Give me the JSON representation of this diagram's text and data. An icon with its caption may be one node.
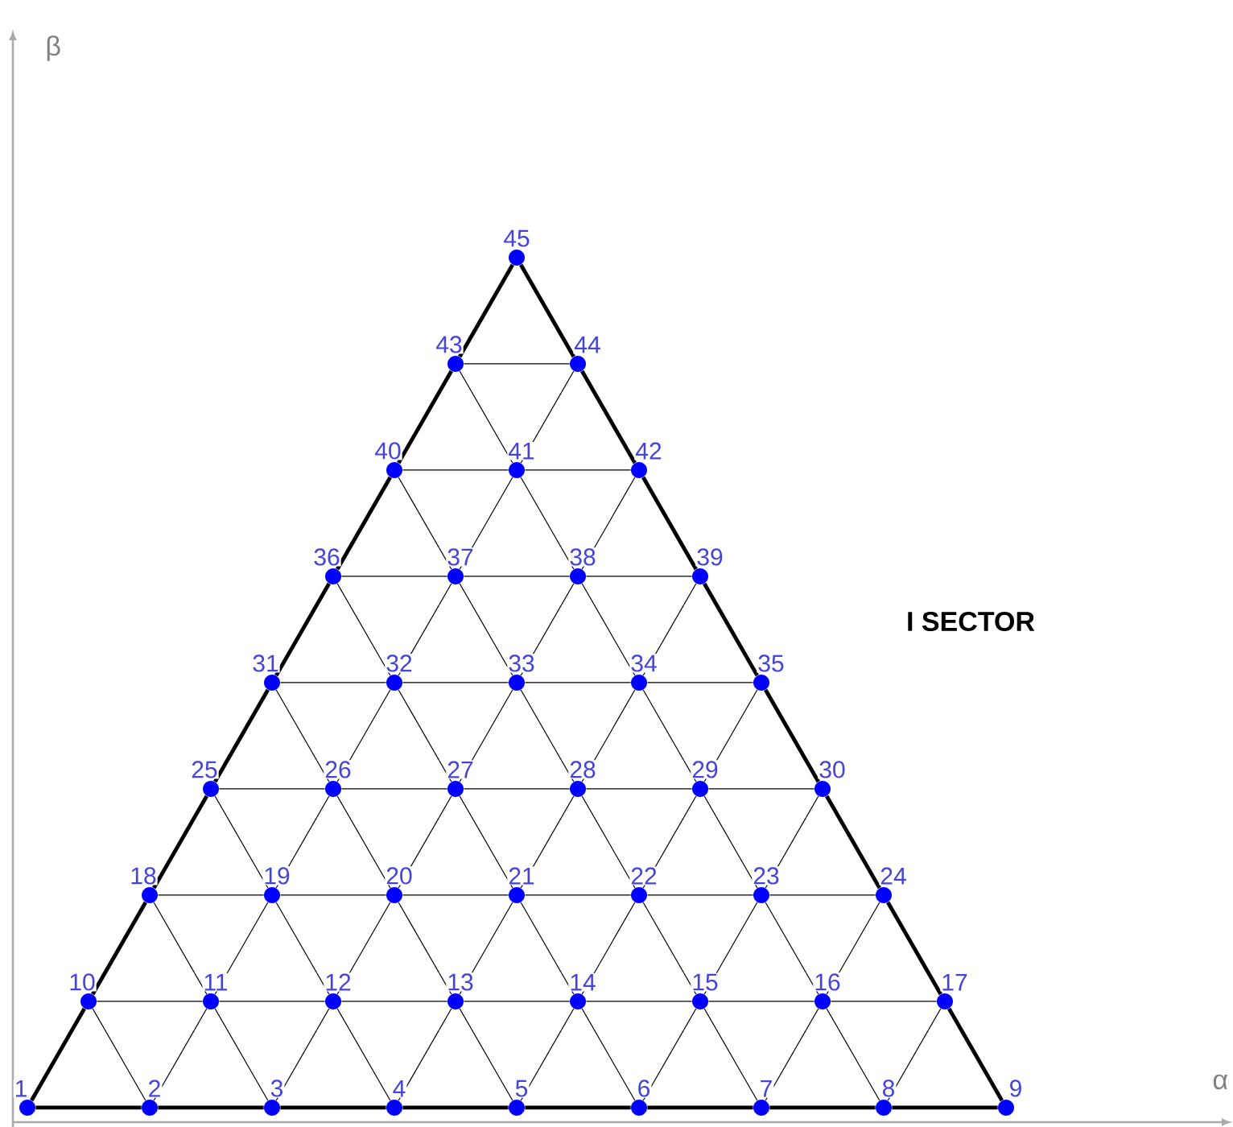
{
  "diagram": {
    "nodes": [
      {
        "text": [],
        "shape": "circle",
        "beside": [
          "1"
        ]
      },
      {
        "text": [],
        "shape": "circle",
        "beside": [
          "2"
        ]
      },
      {
        "text": [],
        "shape": "circle",
        "beside": [
          "3"
        ]
      },
      {
        "text": [],
        "shape": "circle",
        "beside": [
          "4"
        ]
      },
      {
        "text": [],
        "shape": "circle",
        "beside": [
          "5"
        ]
      },
      {
        "text": [],
        "shape": "circle",
        "beside": [
          "6"
        ]
      },
      {
        "text": [],
        "shape": "circle",
        "beside": [
          "7"
        ]
      },
      {
        "text": [],
        "shape": "circle",
        "beside": [
          "8"
        ]
      },
      {
        "text": [],
        "shape": "circle",
        "beside": [
          "9"
        ]
      },
      {
        "text": [],
        "shape": "circle",
        "beside": [
          "10"
        ]
      },
      {
        "text": [],
        "shape": "circle",
        "beside": [
          "11"
        ]
      },
      {
        "text": [],
        "shape": "circle",
        "beside": [
          "12"
        ]
      },
      {
        "text": [],
        "shape": "circle",
        "beside": [
          "13"
        ]
      },
      {
        "text": [],
        "shape": "circle",
        "beside": [
          "14"
        ]
      },
      {
        "text": [],
        "shape": "circle",
        "beside": [
          "15"
        ]
      },
      {
        "text": [],
        "shape": "circle",
        "beside": [
          "16"
        ]
      },
      {
        "text": [],
        "shape": "circle",
        "beside": [
          "17"
        ]
      },
      {
        "text": [],
        "shape": "circle",
        "beside": [
          "18"
        ]
      },
      {
        "text": [],
        "shape": "circle",
        "beside": [
          "19"
        ]
      },
      {
        "text": [],
        "shape": "circle",
        "beside": [
          "20"
        ]
      },
      {
        "text": [],
        "shape": "circle",
        "beside": [
          "21"
        ]
      },
      {
        "text": [],
        "shape": "circle",
        "beside": [
          "22"
        ]
      },
      {
        "text": [],
        "shape": "circle",
        "beside": [
          "23"
        ]
      },
      {
        "text": [],
        "shape": "circle",
        "beside": [
          "24"
        ]
      },
      {
        "text": [],
        "shape": "circle",
        "beside": [
          "25"
        ]
      },
      {
        "text": [],
        "shape": "circle",
        "beside": [
          "26"
        ]
      },
      {
        "text": [],
        "shape": "circle",
        "beside": [
          "27"
        ]
      },
      {
        "text": [],
        "shape": "circle",
        "beside": [
          "28"
        ]
      },
      {
        "text": [],
        "shape": "circle",
        "beside": [
          "29"
        ]
      },
      {
        "text": [],
        "shape": "circle",
        "beside": [
          "30"
        ]
      },
      {
        "text": [],
        "shape": "circle",
        "beside": [
          "31"
        ]
      },
      {
        "text": [],
        "shape": "circle",
        "beside": [
          "32"
        ]
      },
      {
        "text": [],
        "shape": "circle",
        "beside": [
          "33"
        ]
      },
      {
        "text": [],
        "shape": "circle",
        "beside": [
          "34"
        ]
      },
      {
        "text": [],
        "shape": "circle",
        "beside": [
          "35"
        ]
      },
      {
        "text": [],
        "shape": "circle",
        "beside": [
          "36"
        ]
      },
      {
        "text": [],
        "shape": "circle",
        "beside": [
          "37"
        ]
      },
      {
        "text": [],
        "shape": "circle",
        "beside": [
          "38"
        ]
      },
      {
        "text": [],
        "shape": "circle",
        "beside": [
          "39"
        ]
      },
      {
        "text": [],
        "shape": "circle",
        "beside": [
          "40"
        ]
      },
      {
        "text": [],
        "shape": "circle",
        "beside": [
          "41"
        ]
      },
      {
        "text": [],
        "shape": "circle",
        "beside": [
          "42"
        ]
      },
      {
        "text": [],
        "shape": "circle",
        "beside": [
          "43"
        ]
      },
      {
        "text": [],
        "shape": "circle",
        "beside": [
          "44"
        ]
      },
      {
        "text": [],
        "shape": "circle",
        "beside": [
          "45"
        ]
      }
    ],
    "edges": [
      {
        "from": 0,
        "to": 1,
        "arrow": "none",
        "style": "thick"
      },
      {
        "from": 1,
        "to": 2,
        "arrow": "none",
        "style": "thick"
      },
      {
        "from": 2,
        "to": 3,
        "arrow": "none",
        "style": "thick"
      },
      {
        "from": 3,
        "to": 4,
        "arrow": "none",
        "style": "thick"
      },
      {
        "from": 4,
        "to": 5,
        "arrow": "none",
        "style": "thick"
      },
      {
        "from": 5,
        "to": 6,
        "arrow": "none",
        "style": "thick"
      },
      {
        "from": 6,
        "to": 7,
        "arrow": "none",
        "style": "thick"
      },
      {
        "from": 7,
        "to": 8,
        "arrow": "none",
        "style": "thick"
      },
      {
        "from": 9,
        "to": 10,
        "arrow": "none"
      },
      {
        "from": 10,
        "to": 11,
        "arrow": "none"
      },
      {
        "from": 11,
        "to": 12,
        "arrow": "none"
      },
      {
        "from": 12,
        "to": 13,
        "arrow": "none"
      },
      {
        "from": 13,
        "to": 14,
        "arrow": "none"
      },
      {
        "from": 14,
        "to": 15,
        "arrow": "none"
      },
      {
        "from": 15,
        "to": 16,
        "arrow": "none"
      },
      {
        "from": 17,
        "to": 18,
        "arrow": "none"
      },
      {
        "from": 18,
        "to": 19,
        "arrow": "none"
      },
      {
        "from": 19,
        "to": 20,
        "arrow": "none"
      },
      {
        "from": 20,
        "to": 21,
        "arrow": "none"
      },
      {
        "from": 21,
        "to": 22,
        "arrow": "none"
      },
      {
        "from": 22,
        "to": 23,
        "arrow": "none"
      },
      {
        "from": 24,
        "to": 25,
        "arrow": "none"
      },
      {
        "from": 25,
        "to": 26,
        "arrow": "none"
      },
      {
        "from": 26,
        "to": 27,
        "arrow": "none"
      },
      {
        "from": 27,
        "to": 28,
        "arrow": "none"
      },
      {
        "from": 28,
        "to": 29,
        "arrow": "none"
      },
      {
        "from": 30,
        "to": 31,
        "arrow": "none"
      },
      {
        "from": 31,
        "to": 32,
        "arrow": "none"
      },
      {
        "from": 32,
        "to": 33,
        "arrow": "none"
      },
      {
        "from": 33,
        "to": 34,
        "arrow": "none"
      },
      {
        "from": 35,
        "to": 36,
        "arrow": "none"
      },
      {
        "from": 36,
        "to": 37,
        "arrow": "none"
      },
      {
        "from": 37,
        "to": 38,
        "arrow": "none"
      },
      {
        "from": 39,
        "to": 40,
        "arrow": "none"
      },
      {
        "from": 40,
        "to": 41,
        "arrow": "none"
      },
      {
        "from": 42,
        "to": 43,
        "arrow": "none"
      },
      {
        "from": 9,
        "to": 0,
        "arrow": "none",
        "style": "thick"
      },
      {
        "from": 9,
        "to": 1,
        "arrow": "none"
      },
      {
        "from": 10,
        "to": 1,
        "arrow": "none"
      },
      {
        "from": 10,
        "to": 2,
        "arrow": "none"
      },
      {
        "from": 11,
        "to": 2,
        "arrow": "none"
      },
      {
        "from": 11,
        "to": 3,
        "arrow": "none"
      },
      {
        "from": 12,
        "to": 3,
        "arrow": "none"
      },
      {
        "from": 12,
        "to": 4,
        "arrow": "none"
      },
      {
        "from": 13,
        "to": 4,
        "arrow": "none"
      },
      {
        "from": 13,
        "to": 5,
        "arrow": "none"
      },
      {
        "from": 14,
        "to": 5,
        "arrow": "none"
      },
      {
        "from": 14,
        "to": 6,
        "arrow": "none"
      },
      {
        "from": 15,
        "to": 6,
        "arrow": "none"
      },
      {
        "from": 15,
        "to": 7,
        "arrow": "none"
      },
      {
        "from": 16,
        "to": 7,
        "arrow": "none"
      },
      {
        "from": 16,
        "to": 8,
        "arrow": "none",
        "style": "thick"
      },
      {
        "from": 17,
        "to": 9,
        "arrow": "none",
        "style": "thick"
      },
      {
        "from": 17,
        "to": 10,
        "arrow": "none"
      },
      {
        "from": 18,
        "to": 10,
        "arrow": "none"
      },
      {
        "from": 18,
        "to": 11,
        "arrow": "none"
      },
      {
        "from": 19,
        "to": 11,
        "arrow": "none"
      },
      {
        "from": 19,
        "to": 12,
        "arrow": "none"
      },
      {
        "from": 20,
        "to": 12,
        "arrow": "none"
      },
      {
        "from": 20,
        "to": 13,
        "arrow": "none"
      },
      {
        "from": 21,
        "to": 13,
        "arrow": "none"
      },
      {
        "from": 21,
        "to": 14,
        "arrow": "none"
      },
      {
        "from": 22,
        "to": 14,
        "arrow": "none"
      },
      {
        "from": 22,
        "to": 15,
        "arrow": "none"
      },
      {
        "from": 23,
        "to": 15,
        "arrow": "none"
      },
      {
        "from": 23,
        "to": 16,
        "arrow": "none",
        "style": "thick"
      },
      {
        "from": 24,
        "to": 17,
        "arrow": "none",
        "style": "thick"
      },
      {
        "from": 24,
        "to": 18,
        "arrow": "none"
      },
      {
        "from": 25,
        "to": 18,
        "arrow": "none"
      },
      {
        "from": 25,
        "to": 19,
        "arrow": "none"
      },
      {
        "from": 26,
        "to": 19,
        "arrow": "none"
      },
      {
        "from": 26,
        "to": 20,
        "arrow": "none"
      },
      {
        "from": 27,
        "to": 20,
        "arrow": "none"
      },
      {
        "from": 27,
        "to": 21,
        "arrow": "none"
      },
      {
        "from": 28,
        "to": 21,
        "arrow": "none"
      },
      {
        "from": 28,
        "to": 22,
        "arrow": "none"
      },
      {
        "from": 29,
        "to": 22,
        "arrow": "none"
      },
      {
        "from": 29,
        "to": 23,
        "arrow": "none",
        "style": "thick"
      },
      {
        "from": 30,
        "to": 24,
        "arrow": "none",
        "style": "thick"
      },
      {
        "from": 30,
        "to": 25,
        "arrow": "none"
      },
      {
        "from": 31,
        "to": 25,
        "arrow": "none"
      },
      {
        "from": 31,
        "to": 26,
        "arrow": "none"
      },
      {
        "from": 32,
        "to": 26,
        "arrow": "none"
      },
      {
        "from": 32,
        "to": 27,
        "arrow": "none"
      },
      {
        "from": 33,
        "to": 27,
        "arrow": "none"
      },
      {
        "from": 33,
        "to": 28,
        "arrow": "none"
      },
      {
        "from": 34,
        "to": 28,
        "arrow": "none"
      },
      {
        "from": 34,
        "to": 29,
        "arrow": "none",
        "style": "thick"
      },
      {
        "from": 35,
        "to": 30,
        "arrow": "none",
        "style": "thick"
      },
      {
        "from": 35,
        "to": 31,
        "arrow": "none"
      },
      {
        "from": 36,
        "to": 31,
        "arrow": "none"
      },
      {
        "from": 36,
        "to": 32,
        "arrow": "none"
      },
      {
        "from": 37,
        "to": 32,
        "arrow": "none"
      },
      {
        "from": 37,
        "to": 33,
        "arrow": "none"
      },
      {
        "from": 38,
        "to": 33,
        "arrow": "none"
      },
      {
        "from": 38,
        "to": 34,
        "arrow": "none",
        "style": "thick"
      },
      {
        "from": 39,
        "to": 35,
        "arrow": "none",
        "style": "thick"
      },
      {
        "from": 39,
        "to": 36,
        "arrow": "none"
      },
      {
        "from": 40,
        "to": 36,
        "arrow": "none"
      },
      {
        "from": 40,
        "to": 37,
        "arrow": "none"
      },
      {
        "from": 41,
        "to": 37,
        "arrow": "none"
      },
      {
        "from": 41,
        "to": 38,
        "arrow": "none",
        "style": "thick"
      },
      {
        "from": 42,
        "to": 39,
        "arrow": "none",
        "style": "thick"
      },
      {
        "from": 42,
        "to": 40,
        "arrow": "none"
      },
      {
        "from": 43,
        "to": 40,
        "arrow": "none"
      },
      {
        "from": 43,
        "to": 41,
        "arrow": "none",
        "style": "thick"
      },
      {
        "from": 44,
        "to": 42,
        "arrow": "none",
        "style": "thick"
      },
      {
        "from": 44,
        "to": 43,
        "arrow": "none",
        "style": "thick"
      }
    ],
    "labels": [
      "β",
      "I SECTOR",
      "α"
    ]
  }
}
